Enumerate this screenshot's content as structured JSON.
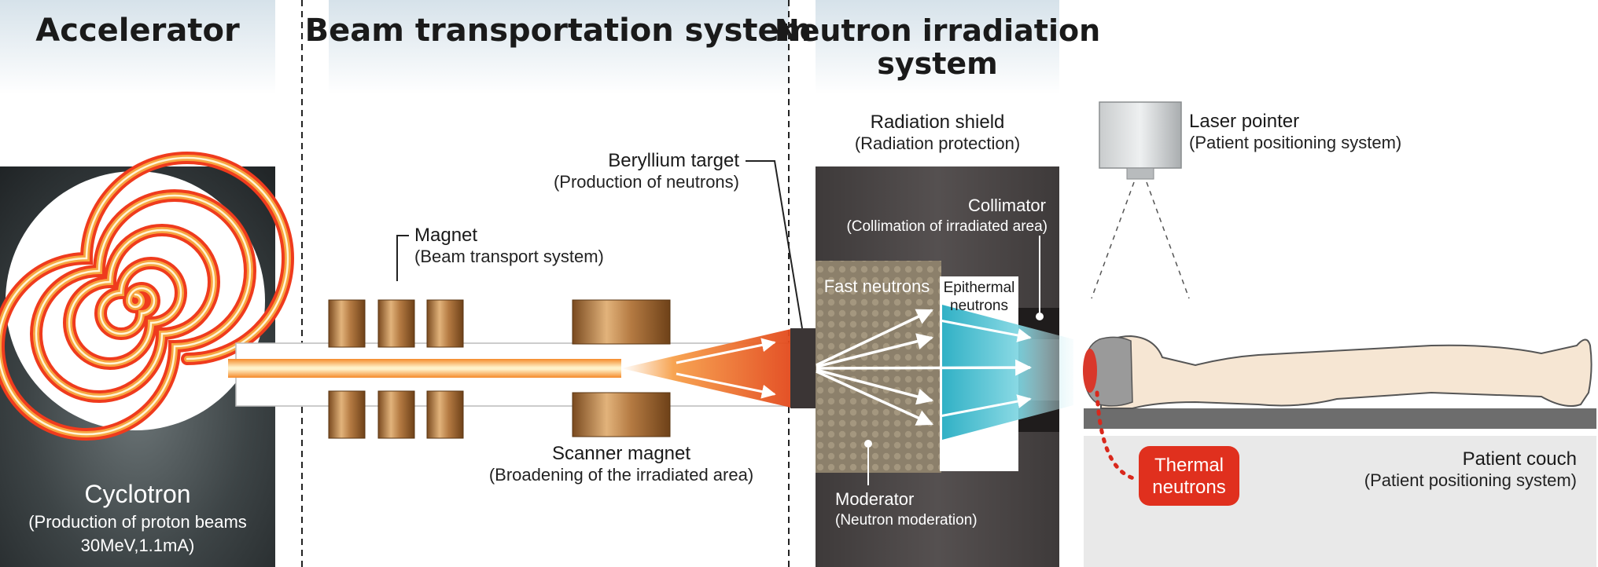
{
  "sections": {
    "accelerator": "Accelerator",
    "beam_transport": "Beam transportation system",
    "neutron_irradiation_line1": "Neutron irradiation",
    "neutron_irradiation_line2": "system"
  },
  "labels": {
    "magnet_title": "Magnet",
    "magnet_sub": "(Beam transport system)",
    "beryllium_title": "Beryllium target",
    "beryllium_sub": "(Production of neutrons)",
    "scanner_title": "Scanner magnet",
    "scanner_sub": "(Broadening of the irradiated area)",
    "radiation_title": "Radiation shield",
    "radiation_sub": "(Radiation protection)",
    "collimator_title": "Collimator",
    "collimator_sub": "(Collimation of irradiated area)",
    "fast_neutrons": "Fast neutrons",
    "epithermal_line1": "Epithermal",
    "epithermal_line2": "neutrons",
    "moderator_title": "Moderator",
    "moderator_sub": "(Neutron moderation)",
    "laser_title": "Laser pointer",
    "laser_sub": "(Patient positioning system)",
    "couch_title": "Patient couch",
    "couch_sub": "(Patient positioning system)",
    "thermal_line1": "Thermal",
    "thermal_line2": "neutrons",
    "cyclotron_title": "Cyclotron",
    "cyclotron_sub1": "(Production of proton beams",
    "cyclotron_sub2": "30MeV,1.1mA)"
  },
  "colors": {
    "header_bg": "#dfe9ef",
    "accelerator_bg": "#2b2e30",
    "shield_dark": "#4a4646",
    "moderator": "#8a7e6a",
    "copper": "#a8733f",
    "beam_orange": "#f26a1b",
    "epithermal_cyan": "#2fb7c8",
    "thermal_red": "#e0301e",
    "couch": "#6d6d6d",
    "skin": "#f6e6d3"
  },
  "icons": [
    "cyclotron-spiral-icon",
    "laser-pointer-icon",
    "patient-figure-icon",
    "beryllium-target-icon"
  ]
}
